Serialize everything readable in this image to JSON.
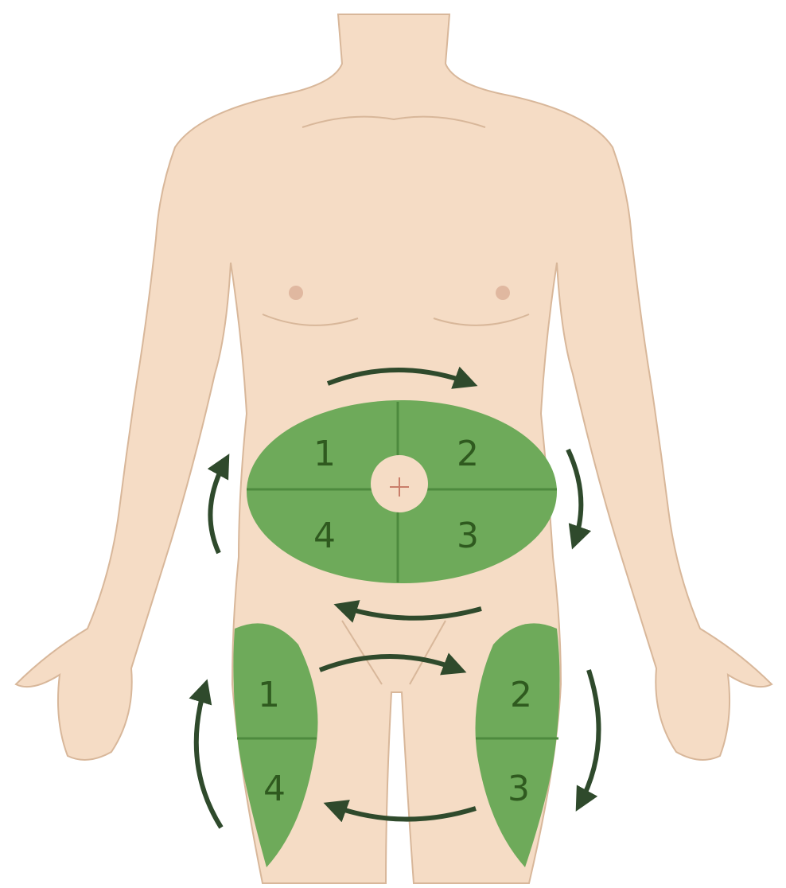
{
  "colors": {
    "skin": "#f5dcc5",
    "skin_outline": "#d8b79a",
    "zone_fill": "#6eaa5a",
    "zone_line": "#4d8a3e",
    "arrow": "#2f4a2c",
    "nipple": "#e0b8a0"
  },
  "abdomen_zones": {
    "q1": "1",
    "q2": "2",
    "q3": "3",
    "q4": "4"
  },
  "left_thigh_zones": {
    "upper": "1",
    "lower": "4"
  },
  "right_thigh_zones": {
    "upper": "2",
    "lower": "3"
  },
  "arrow_icons": [
    "arrow-right-icon",
    "arrow-down-icon",
    "arrow-left-icon",
    "arrow-up-icon",
    "arrow-right-icon",
    "arrow-down-icon",
    "arrow-left-icon",
    "arrow-up-icon"
  ]
}
